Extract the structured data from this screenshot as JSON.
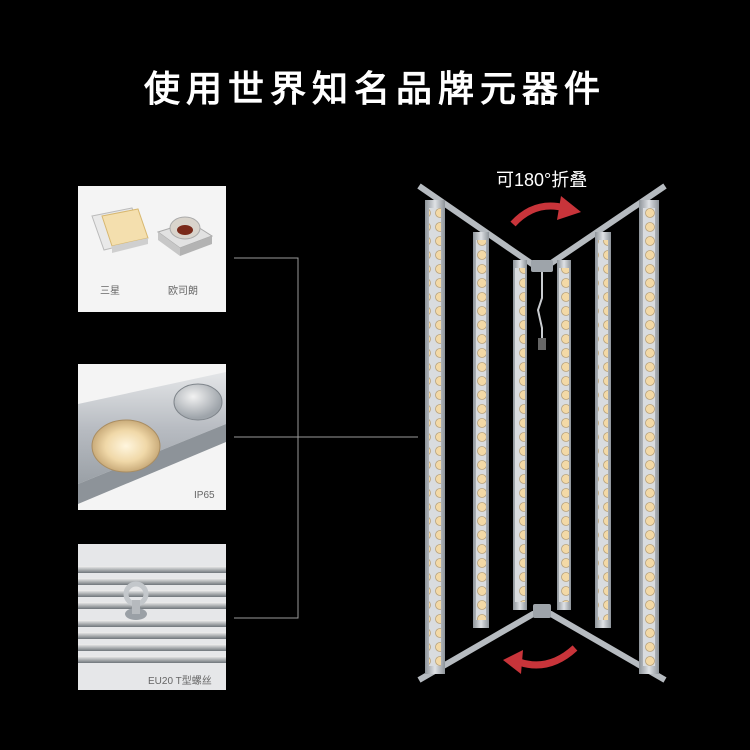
{
  "headline": "使用世界知名品牌元器件",
  "panels": {
    "led_chips": {
      "label_samsung": "三星",
      "label_osram": "欧司朗"
    },
    "lens": {
      "label": "IP65"
    },
    "profile": {
      "label": "EU20 T型螺丝"
    }
  },
  "fixture": {
    "fold_label": "可180°折叠"
  },
  "colors": {
    "background": "#000000",
    "arrow_red": "#c8343a",
    "led_warm": "#f3d9a6",
    "aluminum": "#c9ccd0"
  }
}
